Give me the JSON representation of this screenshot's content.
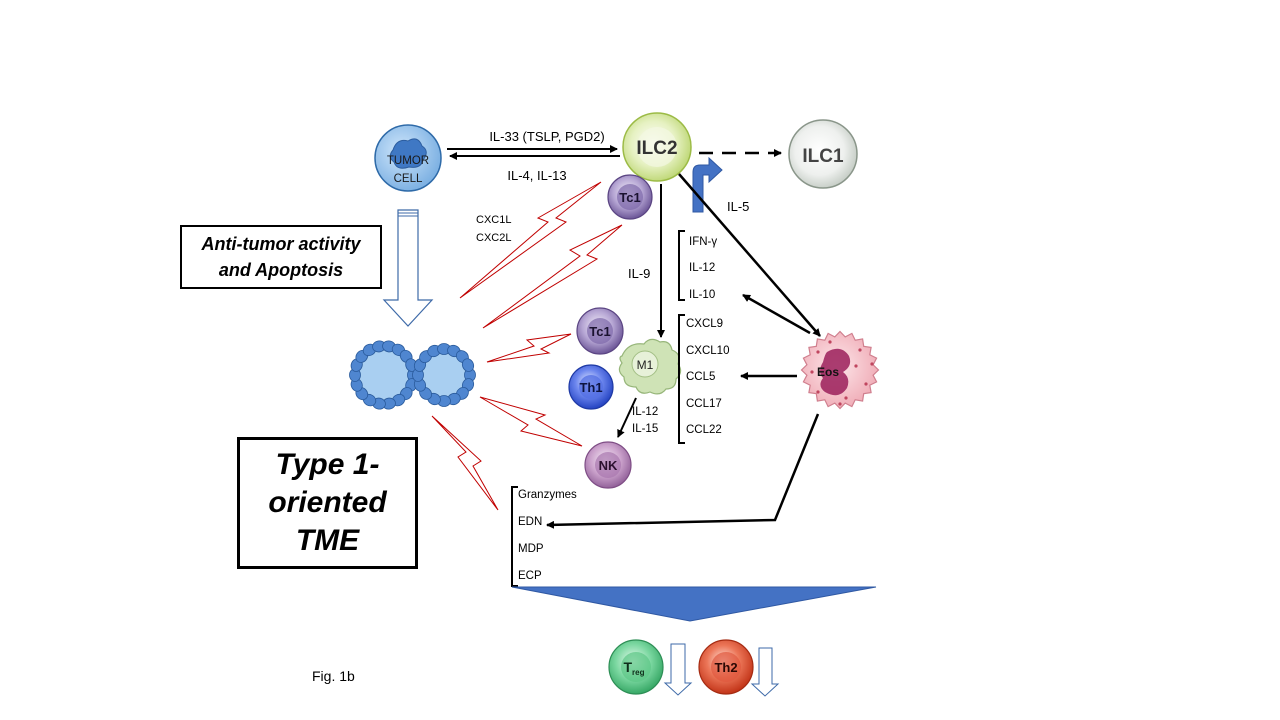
{
  "figure_label": "Fig. 1b",
  "boxes": {
    "antitumor": [
      "Anti-tumor activity",
      "and Apoptosis"
    ],
    "type1": [
      "Type 1-",
      "oriented",
      "TME"
    ]
  },
  "cells": {
    "tumor": [
      "TUMOR",
      "CELL"
    ],
    "ilc2": "ILC2",
    "ilc1": "ILC1",
    "tc1_top": "Tc1",
    "tc1_mid": "Tc1",
    "th1": "Th1",
    "m1": "M1",
    "nk": "NK",
    "eos": "Eos",
    "treg_main": "T",
    "treg_sub": "reg",
    "th2": "Th2"
  },
  "arrows": {
    "il33": "IL-33 (TSLP, PGD2)",
    "il4_13": "IL-4, IL-13",
    "il5": "IL-5",
    "il9": "IL-9",
    "cxc1l": "CXC1L",
    "cxc2l": "CXC2L",
    "il12_nk": "IL-12",
    "il15_nk": "IL-15"
  },
  "lists": {
    "cytokines": [
      "IFN-γ",
      "IL-12",
      "IL-10"
    ],
    "chemokines": [
      "CXCL9",
      "CXCL10",
      "CCL5",
      "CCL17",
      "CCL22"
    ],
    "granules": [
      "Granzymes",
      "EDN",
      "MDP",
      "ECP"
    ]
  },
  "colors": {
    "tumor": "#8fbfea",
    "ilc2": "#dcebb0",
    "ilc1": "#e3e7e3",
    "tc1": "#8e7ab5",
    "th1": "#3f5fd8",
    "m1": "#c8deb0",
    "nk": "#b68ab8",
    "eos": "#f4c5cc",
    "treg": "#5ec98a",
    "th2": "#e0533a",
    "accent": "#4472c4",
    "lightning": "#c00000"
  }
}
